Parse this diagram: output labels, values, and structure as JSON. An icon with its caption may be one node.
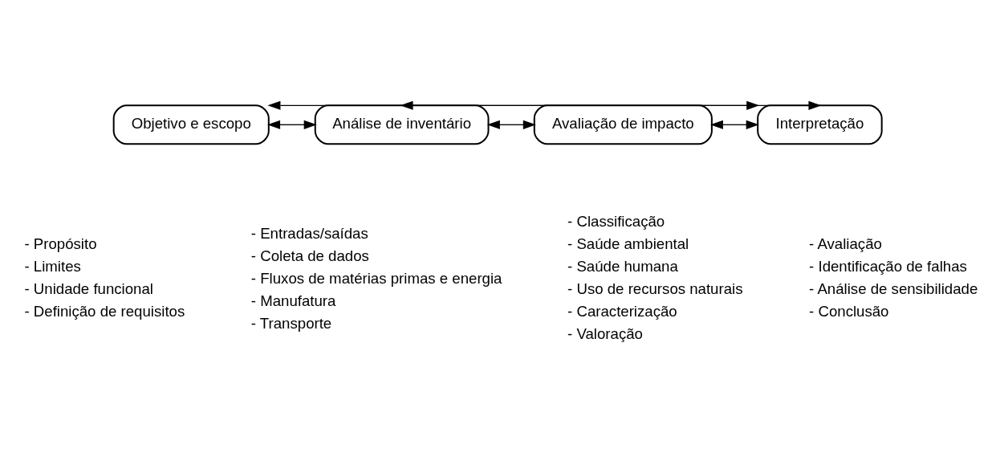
{
  "diagram": {
    "nodes": [
      {
        "text": [
          "Objetivo e escopo"
        ]
      },
      {
        "text": [
          "Análise de inventário"
        ]
      },
      {
        "text": [
          "Avaliação de impacto"
        ]
      },
      {
        "text": [
          "Interpretação"
        ]
      }
    ],
    "edges": [
      {
        "from": 0,
        "to": 3,
        "arrow": "both"
      },
      {
        "from": 0,
        "to": 1,
        "arrow": "both"
      },
      {
        "from": 1,
        "to": 3,
        "arrow": "both"
      },
      {
        "from": 1,
        "to": 2,
        "arrow": "both"
      },
      {
        "from": 2,
        "to": 3,
        "arrow": "both"
      }
    ],
    "labels": [
      "- Propósito",
      "- Limites",
      "- Unidade funcional",
      "- Definição de requisitos",
      "- Entradas/saídas",
      "- Coleta de dados",
      "- Fluxos de matérias primas e energia",
      "- Manufatura",
      "- Transporte",
      "- Classificação",
      "- Saúde ambiental",
      "- Saúde humana",
      "- Uso de recursos naturais",
      "- Caracterização",
      "- Valoração",
      "- Avaliação",
      "- Identificação de falhas",
      "- Análise de sensibilidade",
      "- Conclusão"
    ]
  }
}
